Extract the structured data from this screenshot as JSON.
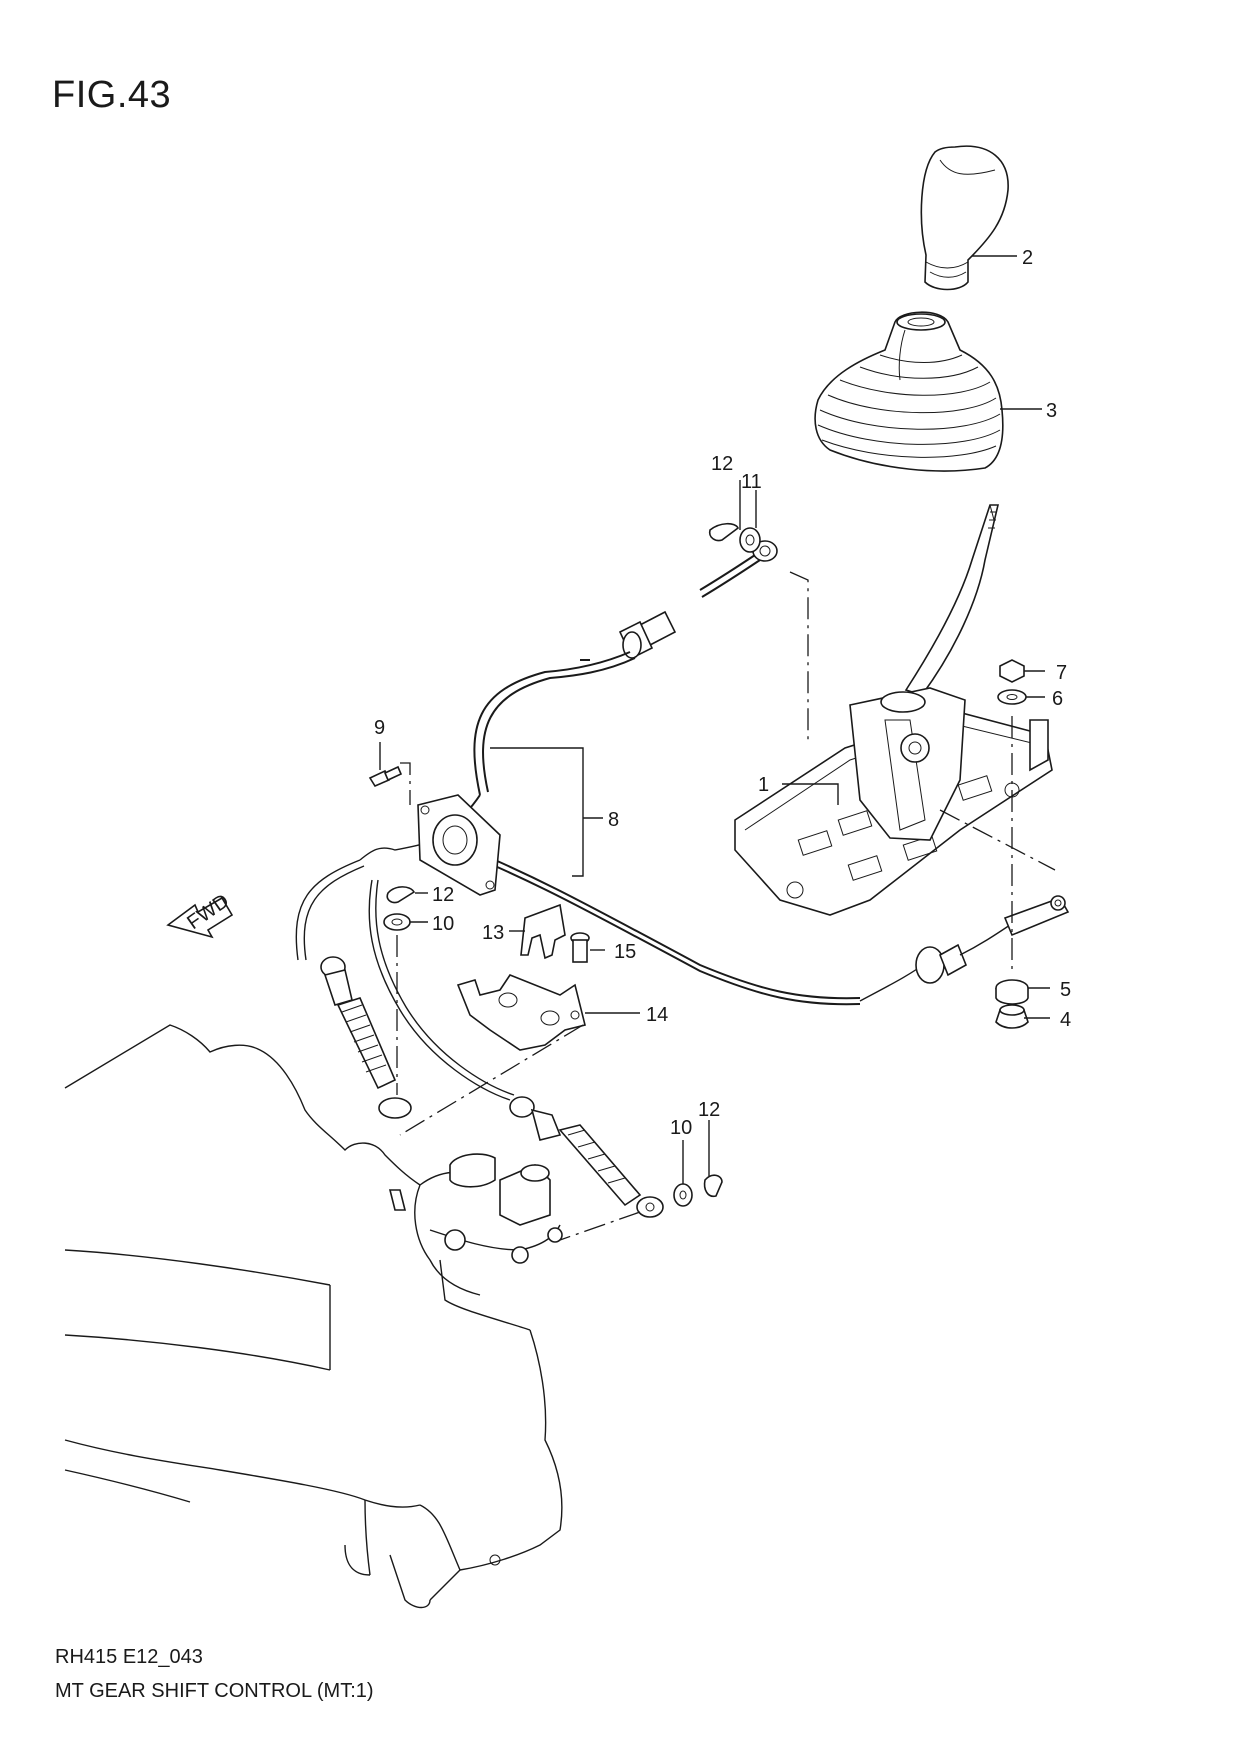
{
  "figure": {
    "title": "FIG.43"
  },
  "footer": {
    "code": "RH415 E12_043",
    "caption": "MT GEAR SHIFT CONTROL (MT:1)"
  },
  "direction_marker": {
    "label": "FWD"
  },
  "callouts": {
    "c1": "1",
    "c2": "2",
    "c3": "3",
    "c4": "4",
    "c5": "5",
    "c6": "6",
    "c7": "7",
    "c8": "8",
    "c9": "9",
    "c10a": "10",
    "c10b": "10",
    "c11": "11",
    "c12a": "12",
    "c12b": "12",
    "c12c": "12",
    "c13": "13",
    "c14": "14",
    "c15": "15"
  }
}
